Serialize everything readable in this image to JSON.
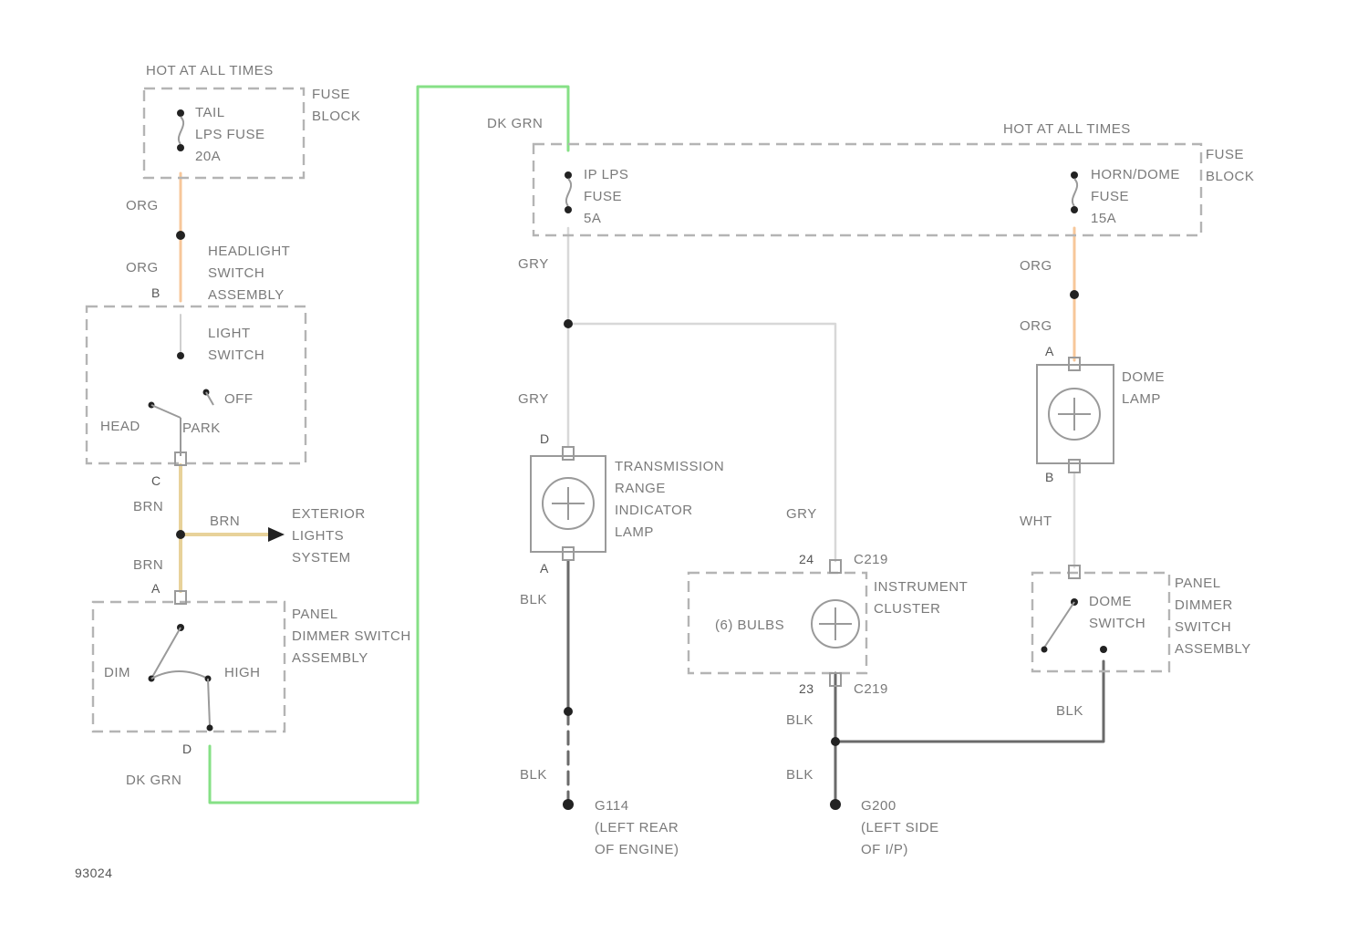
{
  "colors": {
    "org": "#f7c79a",
    "brn": "#e8d29a",
    "dk_grn": "#86e086",
    "gry": "#d8d8d8",
    "blk": "#6a6a6a",
    "wht": "#dcdcdc",
    "dashed_box": "#b4b4b4"
  },
  "labels": {
    "hot_left": "HOT AT ALL TIMES",
    "fuse_block_left_1": "FUSE",
    "fuse_block_left_2": "BLOCK",
    "tail_fuse_1": "TAIL",
    "tail_fuse_2": "LPS FUSE",
    "tail_fuse_3": "20A",
    "org_1": "ORG",
    "org_2": "ORG",
    "headlight_1": "HEADLIGHT",
    "headlight_2": "SWITCH",
    "headlight_3": "ASSEMBLY",
    "pin_b_headlight": "B",
    "light_switch_1": "LIGHT",
    "light_switch_2": "SWITCH",
    "off": "OFF",
    "head": "HEAD",
    "park": "PARK",
    "pin_c": "C",
    "brn_1": "BRN",
    "brn_2": "BRN",
    "brn_3": "BRN",
    "exterior_1": "EXTERIOR",
    "exterior_2": "LIGHTS",
    "exterior_3": "SYSTEM",
    "pin_a_dimmer": "A",
    "panel_dimmer_1": "PANEL",
    "panel_dimmer_2": "DIMMER SWITCH",
    "panel_dimmer_3": "ASSEMBLY",
    "dim": "DIM",
    "high": "HIGH",
    "pin_d": "D",
    "dk_grn_bottom": "DK GRN",
    "dk_grn_top": "DK GRN",
    "ip_lps_1": "IP LPS",
    "ip_lps_2": "FUSE",
    "ip_lps_3": "5A",
    "hot_right": "HOT AT ALL TIMES",
    "fuse_block_right_1": "FUSE",
    "fuse_block_right_2": "BLOCK",
    "horn_fuse_1": "HORN/DOME",
    "horn_fuse_2": "FUSE",
    "horn_fuse_3": "15A",
    "gry_1": "GRY",
    "gry_2": "GRY",
    "gry_3": "GRY",
    "org_3": "ORG",
    "org_4": "ORG",
    "pin_a_dome": "A",
    "dome_lamp_1": "DOME",
    "dome_lamp_2": "LAMP",
    "pin_b_dome": "B",
    "wht": "WHT",
    "pin_d_trans": "D",
    "trans_1": "TRANSMISSION",
    "trans_2": "RANGE",
    "trans_3": "INDICATOR",
    "trans_4": "LAMP",
    "pin_a_trans": "A",
    "blk_1": "BLK",
    "blk_2": "BLK",
    "blk_3": "BLK",
    "blk_4": "BLK",
    "blk_5": "BLK",
    "pin_24": "24",
    "c219_top": "C219",
    "cluster_1": "INSTRUMENT",
    "cluster_2": "CLUSTER",
    "bulbs": "(6) BULBS",
    "pin_23": "23",
    "c219_bottom": "C219",
    "dome_switch_1": "DOME",
    "dome_switch_2": "SWITCH",
    "panel_dimmer_r_1": "PANEL",
    "panel_dimmer_r_2": "DIMMER",
    "panel_dimmer_r_3": "SWITCH",
    "panel_dimmer_r_4": "ASSEMBLY",
    "g114_1": "G114",
    "g114_2": "(LEFT REAR",
    "g114_3": "OF ENGINE)",
    "g200_1": "G200",
    "g200_2": "(LEFT SIDE",
    "g200_3": "OF I/P)",
    "figure_id": "93024"
  }
}
